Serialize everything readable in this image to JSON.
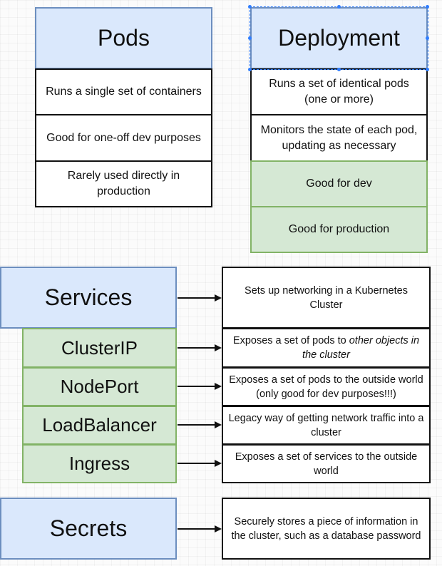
{
  "pods": {
    "title": "Pods",
    "rows": [
      "Runs a single set of containers",
      "Good for one-off dev purposes",
      "Rarely used directly in production"
    ]
  },
  "deployment": {
    "title": "Deployment",
    "rows": [
      "Runs a set of identical pods (one or more)",
      "Monitors the state of each pod, updating as necessary"
    ],
    "green_rows": [
      "Good for dev",
      "Good for production"
    ]
  },
  "services": {
    "title": "Services",
    "description": "Sets up networking in a Kubernetes Cluster",
    "types": [
      {
        "name": "ClusterIP",
        "desc_plain": "Exposes a set of pods to ",
        "desc_italic": "other objects in the cluster"
      },
      {
        "name": "NodePort",
        "desc_plain": "Exposes a set of pods to the outside world (only good for dev purposes!!!)",
        "desc_italic": ""
      },
      {
        "name": "LoadBalancer",
        "desc_plain": "Legacy way of getting network traffic into a cluster",
        "desc_italic": ""
      },
      {
        "name": "Ingress",
        "desc_plain": "Exposes a set of services to the outside world",
        "desc_italic": ""
      }
    ]
  },
  "secrets": {
    "title": "Secrets",
    "description": "Securely stores a piece of information in the cluster, such as a database password"
  },
  "colors": {
    "header_fill": "#dae8fc",
    "header_stroke": "#6c8ebf",
    "green_fill": "#d5e8d4",
    "green_stroke": "#82b366",
    "selection": "#2f7dff"
  }
}
